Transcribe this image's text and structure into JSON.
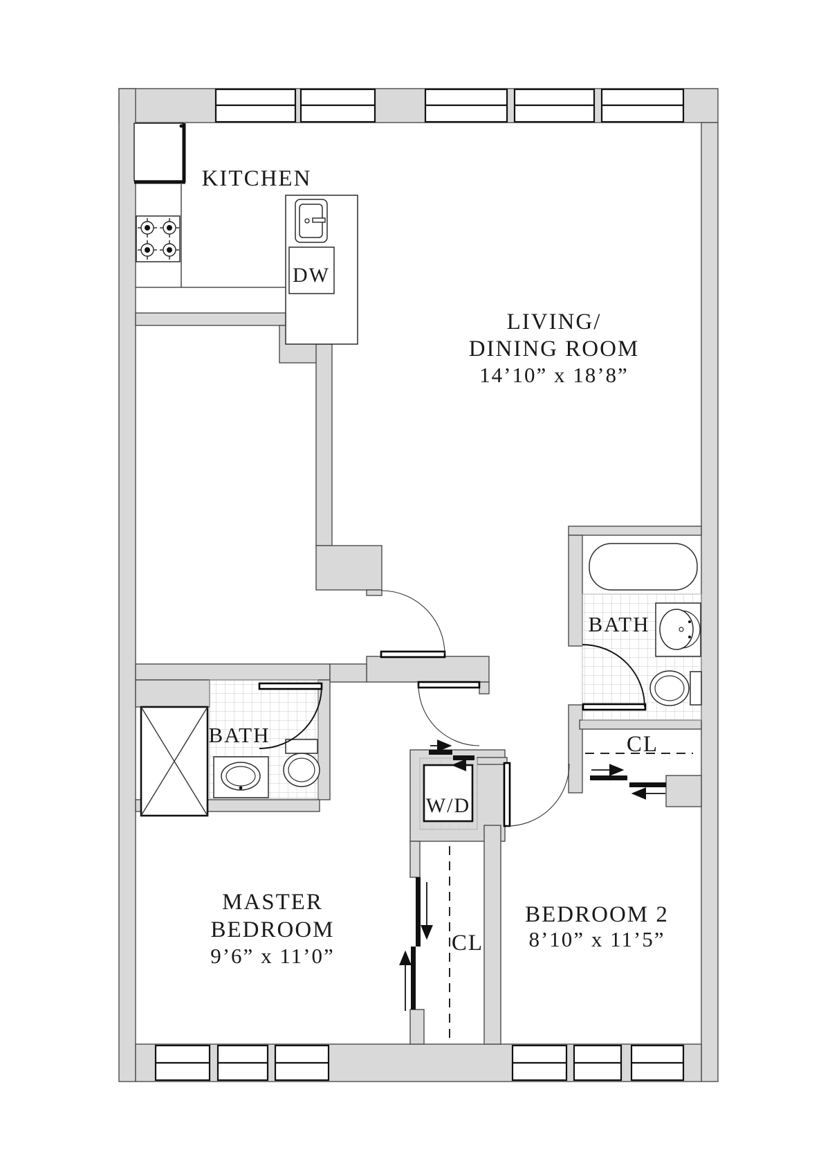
{
  "plan": {
    "rooms": {
      "kitchen": {
        "label": "KITCHEN"
      },
      "living": {
        "line1": "LIVING/",
        "line2": "DINING ROOM",
        "dims": "14’10” x 18’8”"
      },
      "master": {
        "line1": "MASTER",
        "line2": "BEDROOM",
        "dims": "9’6” x 11’0”"
      },
      "bedroom2": {
        "label": "BEDROOM 2",
        "dims": "8’10” x 11’5”"
      },
      "bath_left": {
        "label": "BATH"
      },
      "bath_right": {
        "label": "BATH"
      },
      "closet_center": {
        "label": "CL"
      },
      "closet_right": {
        "label": "CL"
      },
      "washer_dryer": {
        "label": "W/D"
      },
      "dishwasher": {
        "label": "DW"
      }
    },
    "colors": {
      "wall_fill": "#d9d9d9",
      "wall_stroke": "#4b4b4b",
      "line": "#1a1a1a",
      "tile_line": "#c9c9c9",
      "background": "#ffffff"
    }
  }
}
